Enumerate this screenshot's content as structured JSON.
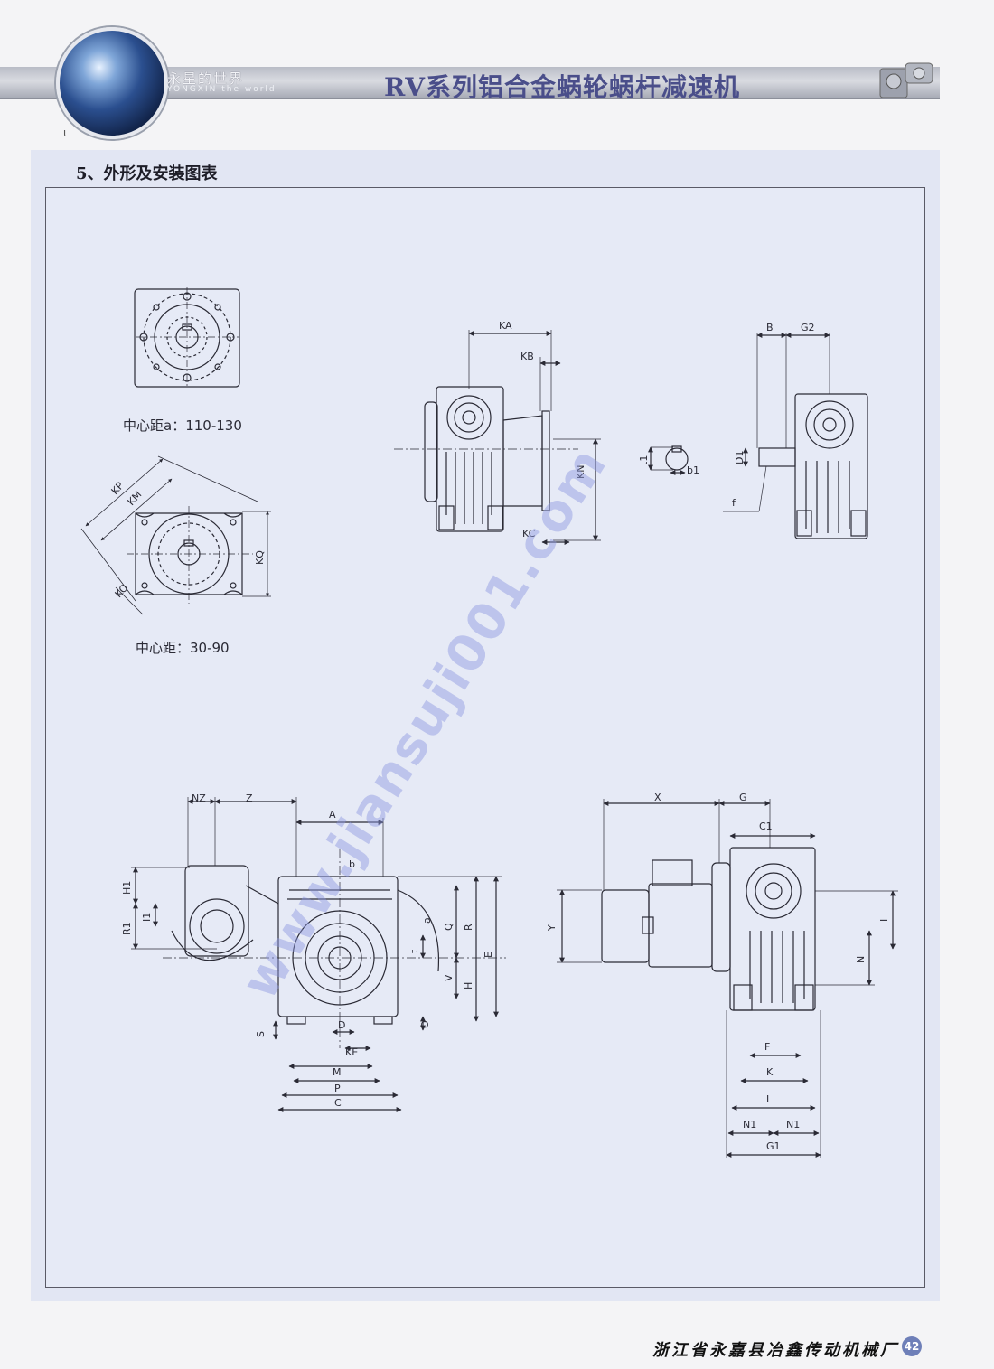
{
  "header": {
    "brand_cn": "永星的世界",
    "brand_en": "YONGXIN the world",
    "title": "RV系列铝合金蜗轮蜗杆减速机"
  },
  "section": {
    "title": "5、外形及安装图表"
  },
  "captions": {
    "flange_large": "中心距a：110-130",
    "flange_small": "中心距：30-90"
  },
  "labels": {
    "KA": "KA",
    "KB": "KB",
    "KN": "KN",
    "KC": "KC",
    "B": "B",
    "G2": "G2",
    "t1": "t1",
    "b1": "b1",
    "D1": "D1",
    "f": "f",
    "KP": "KP",
    "KM": "KM",
    "KQ": "KQ",
    "KO": "KO",
    "NZ": "NZ",
    "Z": "Z",
    "A": "A",
    "b": "b",
    "H1": "H1",
    "R1": "R1",
    "I1": "I1",
    "a": "a",
    "Q": "Q",
    "R": "R",
    "E": "E",
    "t": "t",
    "V": "V",
    "H": "H",
    "O": "O",
    "S": "S",
    "D": "D",
    "KE": "KE",
    "M": "M",
    "P": "P",
    "C": "C",
    "X": "X",
    "G": "G",
    "C1": "C1",
    "Y": "Y",
    "I": "I",
    "N": "N",
    "F": "F",
    "K": "K",
    "L": "L",
    "N1a": "N1",
    "N1b": "N1",
    "G1": "G1"
  },
  "watermark": "www.jiansuji001.com",
  "footer": {
    "company": "浙江省永嘉县冶鑫传动机械厂",
    "page": "42"
  }
}
